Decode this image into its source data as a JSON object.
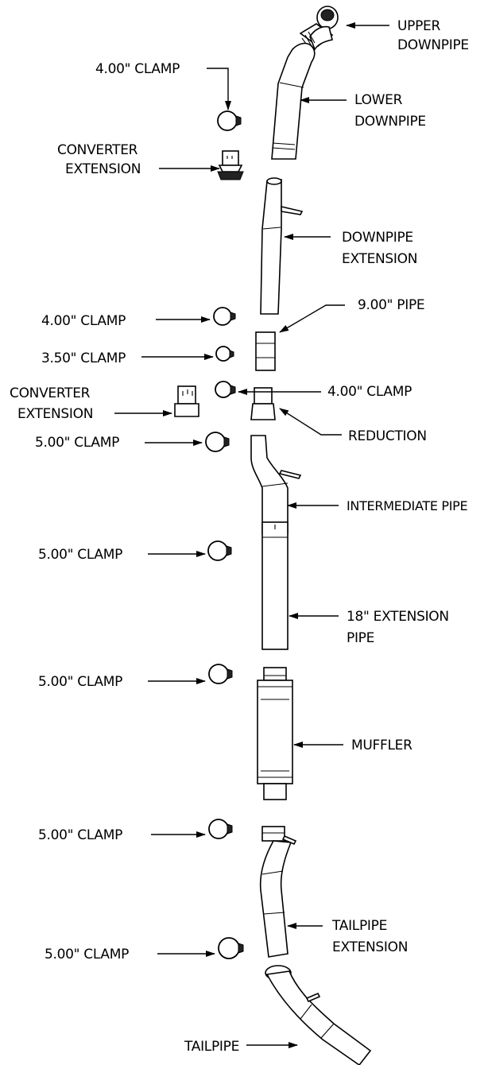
{
  "labels": {
    "upper_downpipe": [
      "UPPER",
      "DOWNPIPE"
    ],
    "clamp_1": "4.00\" CLAMP",
    "lower_downpipe": [
      "LOWER",
      "DOWNPIPE"
    ],
    "converter_extension_1": [
      "CONVERTER",
      "EXTENSION"
    ],
    "downpipe_extension": [
      "DOWNPIPE",
      "EXTENSION"
    ],
    "pipe_9": "9.00\" PIPE",
    "clamp_2": "4.00\" CLAMP",
    "clamp_3": "3.50\" CLAMP",
    "converter_extension_2": [
      "CONVERTER",
      "EXTENSION"
    ],
    "clamp_4": "4.00\" CLAMP",
    "clamp_5": "5.00\" CLAMP",
    "reduction": "REDUCTION",
    "intermediate_pipe": "INTERMEDIATE PIPE",
    "clamp_6": "5.00\" CLAMP",
    "extension_pipe_18": [
      "18\" EXTENSION",
      "PIPE"
    ],
    "clamp_7": "5.00\" CLAMP",
    "muffler": "MUFFLER",
    "clamp_8": "5.00\" CLAMP",
    "tailpipe_extension": [
      "TAILPIPE",
      "EXTENSION"
    ],
    "clamp_9": "5.00\" CLAMP",
    "tailpipe": "TAILPIPE"
  }
}
